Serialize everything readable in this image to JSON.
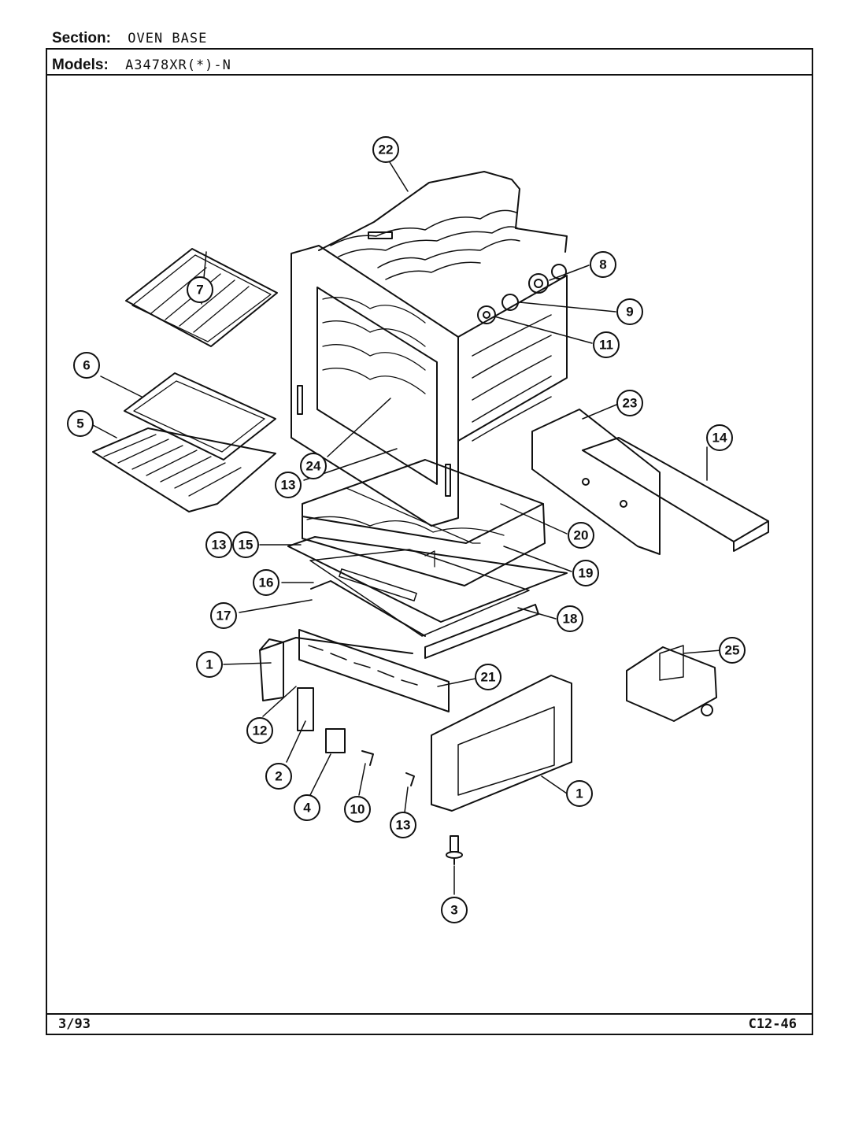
{
  "header": {
    "section_label": "Section:",
    "section_value": "OVEN BASE",
    "models_label": "Models:",
    "models_value": "A3478XR(*)-N"
  },
  "footer": {
    "date_code": "3/93",
    "page_code": "C12-46"
  },
  "callouts": [
    "22",
    "8",
    "9",
    "11",
    "7",
    "6",
    "5",
    "23",
    "14",
    "24",
    "13",
    "20",
    "19",
    "13",
    "15",
    "16",
    "17",
    "18",
    "1",
    "21",
    "25",
    "12",
    "2",
    "4",
    "10",
    "13",
    "1",
    "3"
  ]
}
